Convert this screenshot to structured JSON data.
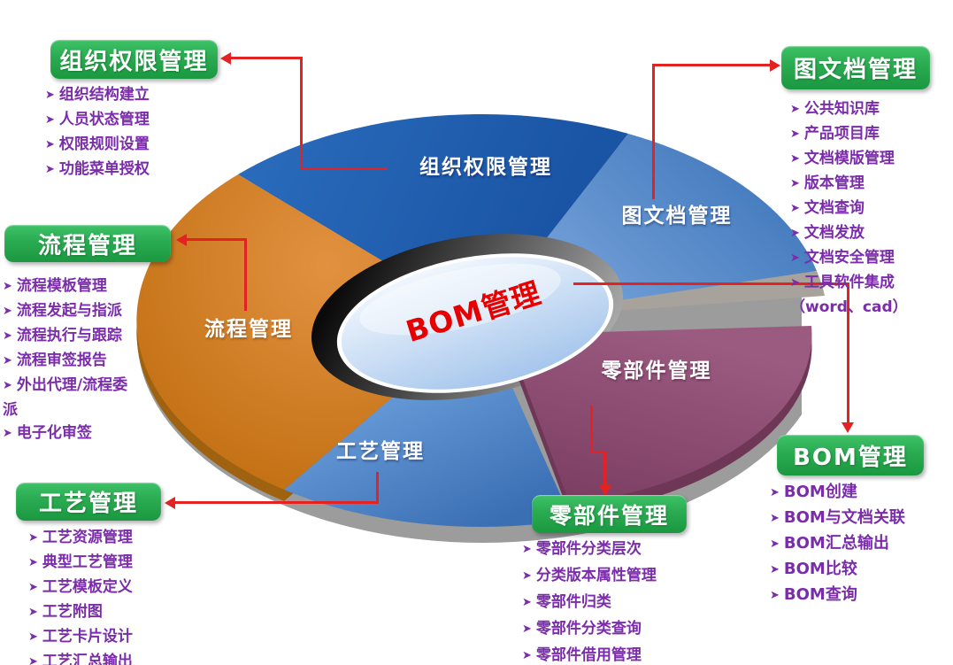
{
  "callouts": {
    "org": {
      "title": "组织权限管理",
      "items": [
        "组织结构建立",
        "人员状态管理",
        "权限规则设置",
        "功能菜单授权"
      ]
    },
    "process": {
      "title": "流程管理",
      "items": [
        "流程模板管理",
        "流程发起与指派",
        "流程执行与跟踪",
        "流程审签报告",
        "外出代理/流程委派",
        "电子化审签"
      ]
    },
    "craft": {
      "title": "工艺管理",
      "items": [
        "工艺资源管理",
        "典型工艺管理",
        "工艺模板定义",
        "工艺附图",
        "工艺卡片设计",
        "工艺汇总输出"
      ]
    },
    "doc": {
      "title": "图文档管理",
      "items": [
        "公共知识库",
        "产品项目库",
        "文档模版管理",
        "版本管理",
        "文档查询",
        "文档发放",
        "文档安全管理",
        "工具软件集成（word、cad）"
      ]
    },
    "bom": {
      "title": "BOM管理",
      "items": [
        "BOM创建",
        "BOM与文档关联",
        "BOM汇总输出",
        "BOM比较",
        "BOM查询"
      ]
    },
    "parts": {
      "title": "零部件管理",
      "items": [
        "零部件分类层次",
        "分类版本属性管理",
        "零部件归类",
        "零部件分类查询",
        "零部件借用管理"
      ]
    }
  },
  "pie": {
    "center_label": "BOM管理",
    "segments": [
      {
        "name": "组织权限管理",
        "color": "#2062b4"
      },
      {
        "name": "图文档管理",
        "color": "#5b92d0"
      },
      {
        "name": "零部件管理",
        "color": "#8a4870"
      },
      {
        "name": "工艺管理",
        "color": "#477fc3"
      },
      {
        "name": "流程管理",
        "color": "#d9821c"
      }
    ]
  },
  "ui": {
    "bullet": "➤"
  },
  "colors": {
    "green_box": "#2aab51",
    "purple_text": "#7b2cab",
    "red_arrow": "#e32222",
    "label_white": "#ffffff",
    "center_text": "#e60000",
    "seg_org_light": "#2a6bbc",
    "seg_org_dark": "#1a54a4",
    "seg_doc_light": "#7fa9de",
    "seg_doc_dark": "#3e76bb",
    "seg_parts_light": "#9b5a80",
    "seg_parts_dark": "#7a3c61",
    "seg_craft_light": "#6699d6",
    "seg_craft_dark": "#3a6fb4",
    "seg_process_light": "#e29140",
    "seg_process_dark": "#bf6c0e",
    "side_process": "#9e6210",
    "side_parts": "#6e3756",
    "depth_gray": "#9c9c9c",
    "cut_gray": "#a7a29b",
    "hub_rim_dark": "#0a0a0a",
    "hub_rim_light": "#a8a8a8",
    "hub_ring_white": "#ffffff",
    "hub_face_light": "#eef5fd",
    "hub_face_dark": "#a6c6ec",
    "background": "#ffffff"
  }
}
